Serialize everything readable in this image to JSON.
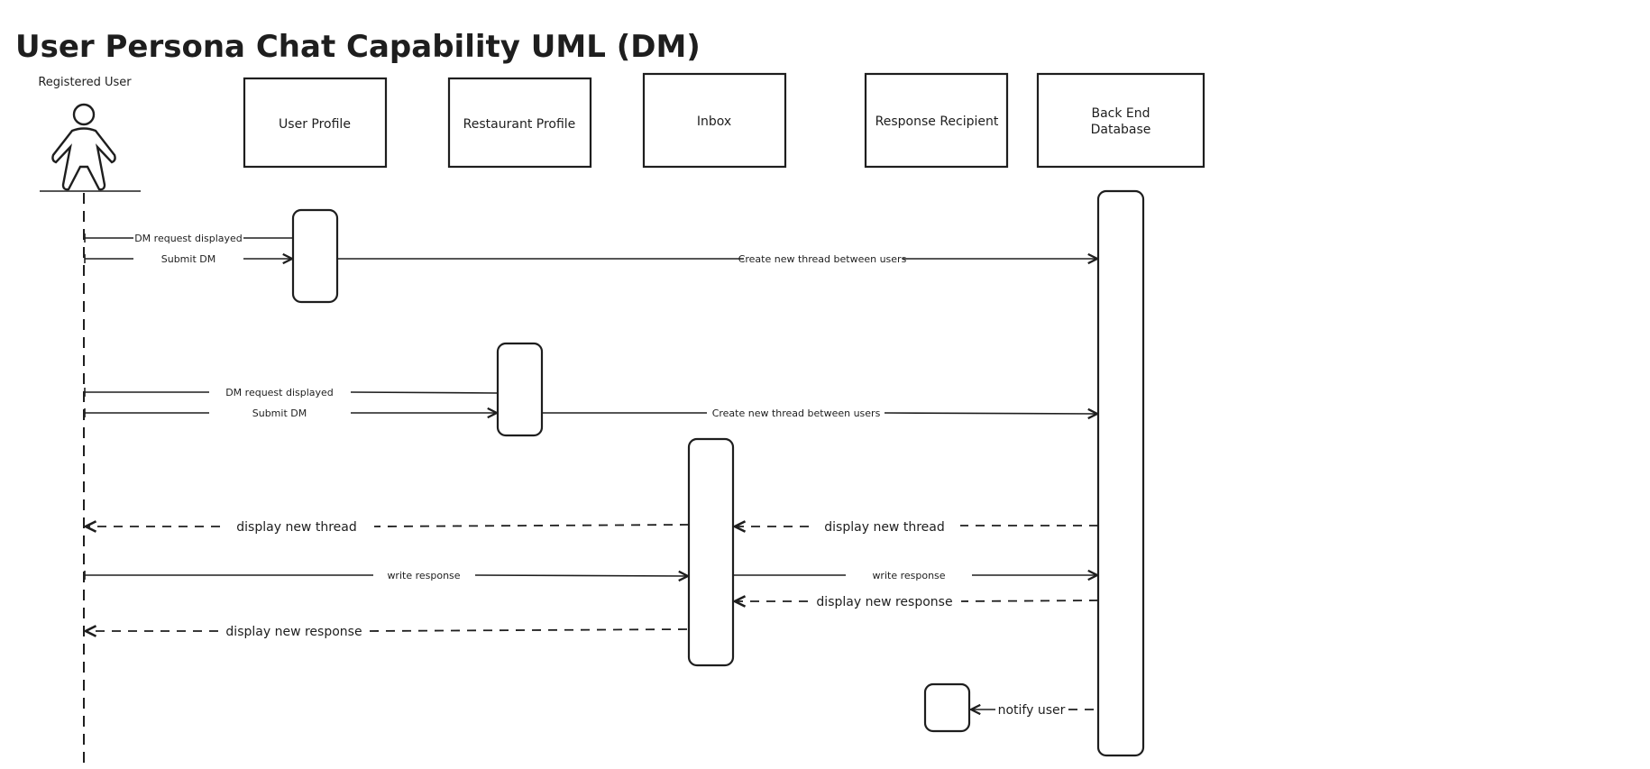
{
  "title": "User Persona Chat Capability UML (DM)",
  "actor": {
    "label": "Registered User",
    "icon": "person-icon"
  },
  "participants": [
    {
      "label": "User Profile"
    },
    {
      "label": "Restaurant Profile"
    },
    {
      "label": "Inbox"
    },
    {
      "label": "Response Recipient"
    },
    {
      "label_lines": [
        "Back End",
        "Database"
      ]
    }
  ],
  "messages": {
    "m1": "DM request displayed",
    "m2": "Submit DM",
    "m3": "Create new thread between users",
    "m4": "DM request displayed",
    "m5": "Submit DM",
    "m6": "Create new thread between users",
    "m7": "display new thread",
    "m8": "display new thread",
    "m9": "write response",
    "m10": "write response",
    "m11": "display new response",
    "m12": "display new response",
    "m13": "notify user"
  },
  "colors": {
    "stroke": "#1e1e1e",
    "background": "#ffffff"
  }
}
